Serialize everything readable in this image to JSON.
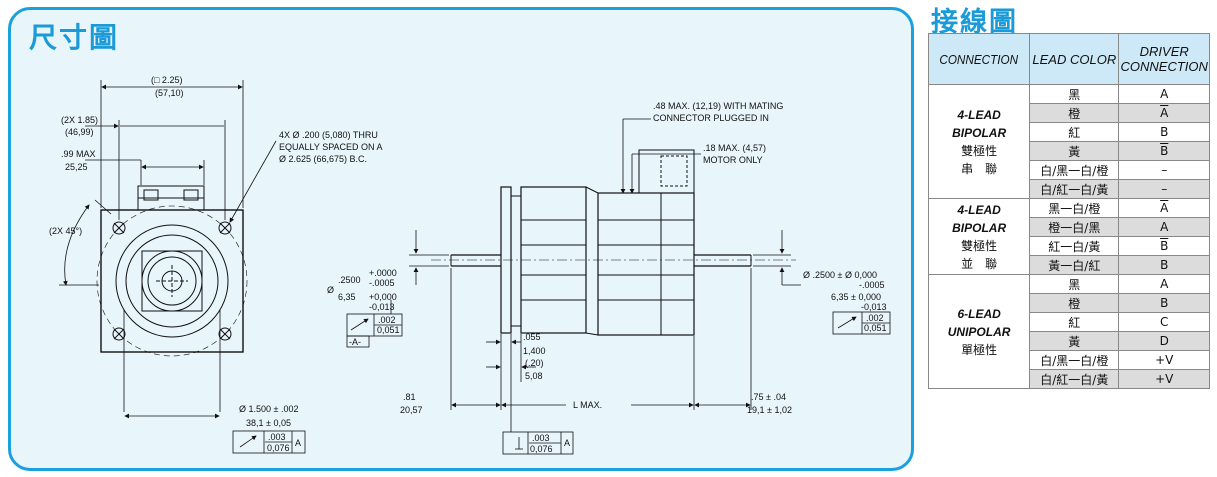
{
  "dimension_panel": {
    "title": "尺寸圖",
    "front_view": {
      "square_width": "(□ 2.25)",
      "square_width_mm": "(57,10)",
      "hole_spacing": "(2X 1.85)",
      "hole_spacing_mm": "(46,99)",
      "max_width": ".99 MAX",
      "max_width_mm": "25,25",
      "angle": "(2X 45°)",
      "holes_note_1": "4X Ø .200 (5,080) THRU",
      "holes_note_2": "EQUALLY SPACED ON A",
      "holes_note_3": "Ø 2.625 (66,675) B.C.",
      "pilot_dia": "Ø 1.500 ± .002",
      "pilot_dia_mm": "38,1 ± 0,05",
      "pilot_tol_1": ".003",
      "pilot_tol_2": "0,076",
      "pilot_tol_datum": "A"
    },
    "side_view": {
      "connector_note_1": ".48 MAX. (12,19) WITH MATING",
      "connector_note_2": "CONNECTOR PLUGGED IN",
      "motor_only_1": ".18 MAX. (4,57)",
      "motor_only_2": "MOTOR ONLY",
      "front_shaft_dia_nom": ".2500",
      "front_shaft_dia_plus": "+.0000",
      "front_shaft_dia_minus": "-.0005",
      "front_shaft_dia_prefix": "Ø",
      "front_shaft_mm_nom": "6,35",
      "front_shaft_mm_plus": "+0,000",
      "front_shaft_mm_minus": "-0,013",
      "front_tol_1": ".002",
      "front_tol_2": "0,051",
      "datum_a": "-A-",
      "rear_shaft_dia": "Ø .2500 ± Ø 0,000",
      "rear_shaft_minus": "-.0005",
      "rear_shaft_mm": "6,35 ± 0,000",
      "rear_shaft_mm_minus": "-0,013",
      "rear_tol_1": ".002",
      "rear_tol_2": "0,051",
      "flange_thk_1": ".055",
      "flange_thk_1_mm": "1,400",
      "flange_thk_2": "(.20)",
      "flange_thk_2_mm": "5,08",
      "front_len": ".81",
      "front_len_mm": "20,57",
      "body_len": "L MAX.",
      "rear_len": ".75 ± .04",
      "rear_len_mm": "19,1 ± 1,02",
      "perp_tol_1": ".003",
      "perp_tol_2": "0,076",
      "perp_tol_datum": "A"
    }
  },
  "wiring_panel": {
    "title": "接線圖",
    "headers": {
      "connection": "CONNECTION",
      "lead_color": "LEAD COLOR",
      "driver_connection_1": "DRIVER",
      "driver_connection_2": "CONNECTION"
    },
    "groups": [
      {
        "name": "4-LEAD BIPOLAR",
        "sub1": "雙極性",
        "sub2": "串　聯",
        "rows": [
          {
            "lead": "黑",
            "driver": "A",
            "overline": false
          },
          {
            "lead": "橙",
            "driver": "A",
            "overline": true
          },
          {
            "lead": "紅",
            "driver": "B",
            "overline": false
          },
          {
            "lead": "黃",
            "driver": "B",
            "overline": true
          },
          {
            "lead": "白/黑一白/橙",
            "driver": "–",
            "overline": false
          },
          {
            "lead": "白/紅一白/黃",
            "driver": "–",
            "overline": false
          }
        ]
      },
      {
        "name": "4-LEAD BIPOLAR",
        "sub1": "雙極性",
        "sub2": "並　聯",
        "rows": [
          {
            "lead": "黑一白/橙",
            "driver": "A",
            "overline": true
          },
          {
            "lead": "橙一白/黑",
            "driver": "A",
            "overline": false
          },
          {
            "lead": "紅一白/黃",
            "driver": "B",
            "overline": true
          },
          {
            "lead": "黃一白/紅",
            "driver": "B",
            "overline": false
          }
        ]
      },
      {
        "name": "6-LEAD UNIPOLAR",
        "sub1": "單極性",
        "sub2": "",
        "rows": [
          {
            "lead": "黑",
            "driver": "A",
            "overline": false
          },
          {
            "lead": "橙",
            "driver": "B",
            "overline": false
          },
          {
            "lead": "紅",
            "driver": "C",
            "overline": false
          },
          {
            "lead": "黃",
            "driver": "D",
            "overline": false
          },
          {
            "lead": "白/黑一白/橙",
            "driver": "+V",
            "overline": false
          },
          {
            "lead": "白/紅一白/黃",
            "driver": "+V",
            "overline": false
          }
        ]
      }
    ]
  }
}
